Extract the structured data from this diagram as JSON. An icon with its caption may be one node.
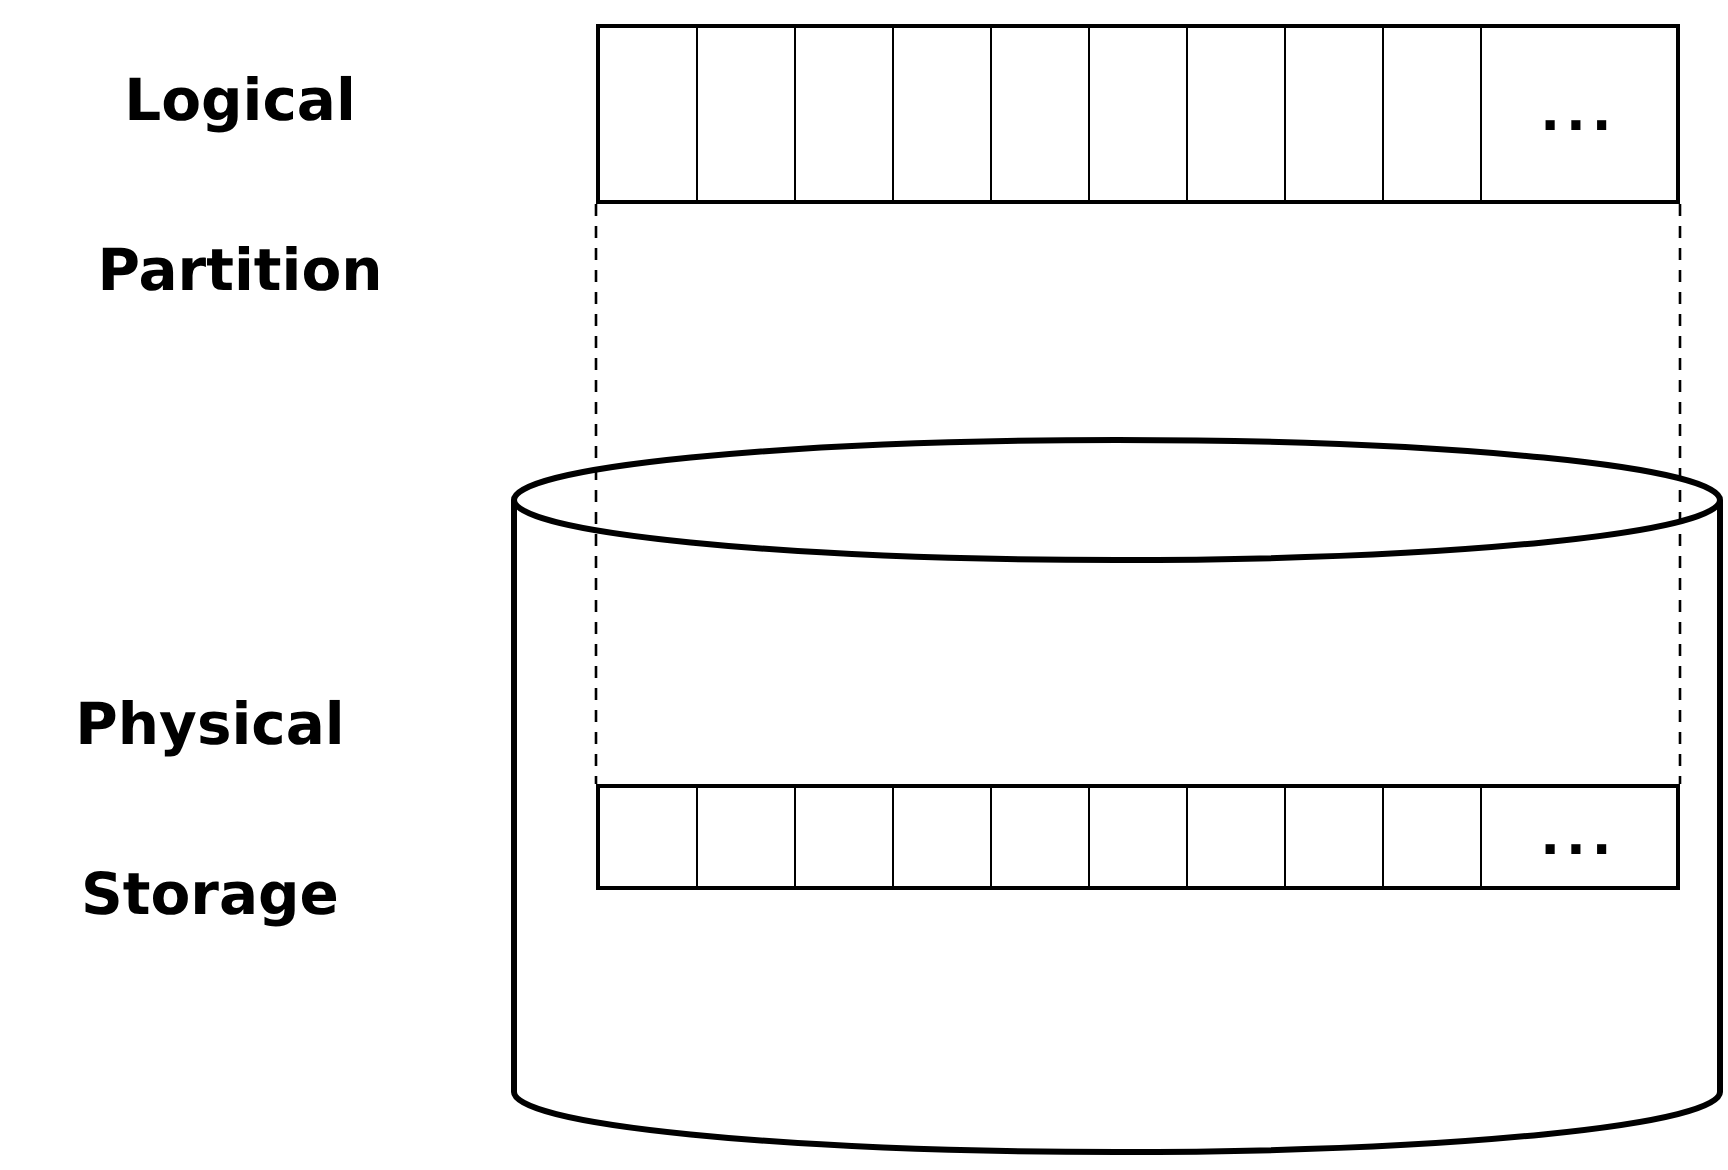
{
  "diagram": {
    "nodes": [
      {
        "text": [
          "..."
        ]
      },
      {
        "text": [],
        "shape": "cylinder"
      },
      {
        "text": [
          "..."
        ],
        "in": 1
      }
    ],
    "edges": [
      {
        "from": 0,
        "to": 2,
        "arrow": "none",
        "style": "dashed"
      },
      {
        "from": 0,
        "to": 2,
        "arrow": "none",
        "style": "dashed"
      }
    ],
    "labels": [
      "Logical Partition",
      "Physical Storage"
    ]
  }
}
